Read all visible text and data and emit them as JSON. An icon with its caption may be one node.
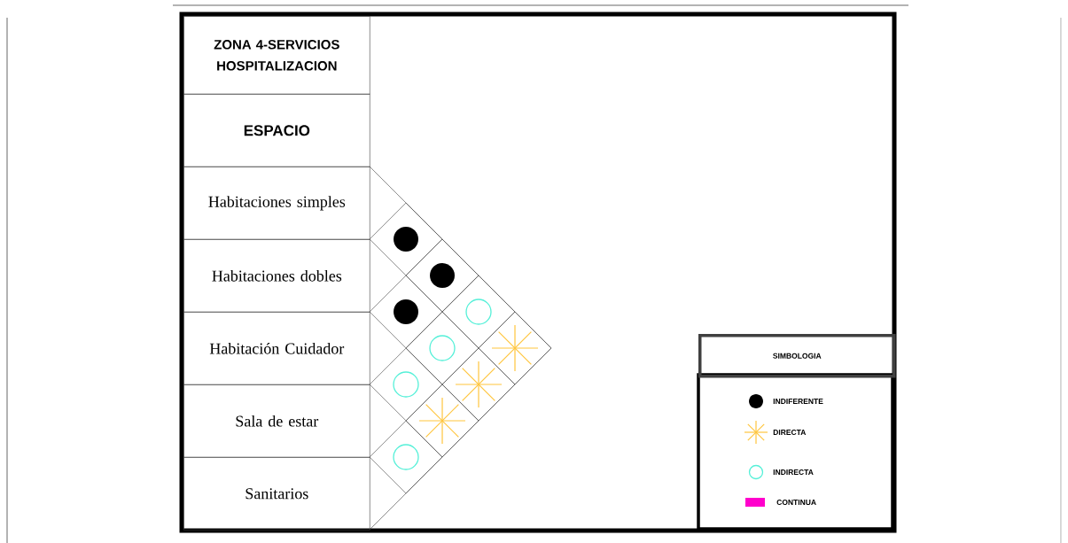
{
  "diagram": {
    "nodes": [
      {
        "text": [
          "ZONA 4-SERVICIOS HOSPITALIZACION"
        ]
      },
      {
        "text": [
          "ESPACIO"
        ]
      },
      {
        "text": [
          "Habitaciones simples"
        ]
      },
      {
        "text": [
          "Habitaciones dobles"
        ]
      },
      {
        "text": [
          "Habitación Cuidador"
        ]
      },
      {
        "text": [
          "Sala de estar"
        ]
      },
      {
        "text": [
          "Sanitarios"
        ]
      },
      {
        "text": [
          "SIMBOLOGIA"
        ]
      },
      {
        "text": [],
        "shape": "diamond"
      },
      {
        "text": [],
        "shape": "dot",
        "in": 8
      },
      {
        "text": [],
        "shape": "diamond"
      },
      {
        "text": [],
        "shape": "dot",
        "in": 10
      },
      {
        "text": [],
        "shape": "diamond"
      },
      {
        "text": [],
        "shape": "circle",
        "in": 12
      },
      {
        "text": [],
        "shape": "diamond"
      },
      {
        "text": [],
        "shape": "dot",
        "in": 14
      },
      {
        "text": [],
        "shape": "diamond"
      },
      {
        "text": [],
        "shape": "star",
        "in": 16
      },
      {
        "text": [],
        "shape": "diamond"
      },
      {
        "text": [],
        "shape": "circle",
        "in": 18
      },
      {
        "text": [],
        "shape": "diamond"
      },
      {
        "text": [],
        "shape": "circle",
        "in": 20
      },
      {
        "text": [],
        "shape": "diamond"
      },
      {
        "text": [],
        "shape": "star",
        "in": 22
      },
      {
        "text": [],
        "shape": "diamond"
      },
      {
        "text": [],
        "shape": "star",
        "in": 24
      },
      {
        "text": [],
        "shape": "diamond"
      },
      {
        "text": [],
        "shape": "circle",
        "in": 26
      }
    ],
    "legend": [
      {
        "text": "INDIFERENTE"
      },
      {
        "text": "DIRECTA"
      },
      {
        "text": "INDIRECTA"
      },
      {
        "text": "CONTINUA",
        "color": "#ff00cc"
      }
    ]
  }
}
